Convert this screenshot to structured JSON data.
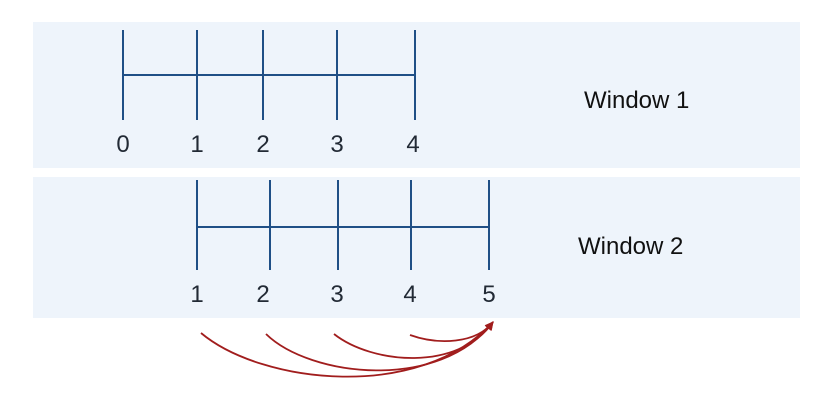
{
  "windows": [
    {
      "title": "Window 1",
      "ticks": [
        "0",
        "1",
        "2",
        "3",
        "4"
      ]
    },
    {
      "title": "Window 2",
      "ticks": [
        "1",
        "2",
        "3",
        "4",
        "5"
      ]
    }
  ],
  "arrows": {
    "from": [
      "1",
      "2",
      "3",
      "4"
    ],
    "to": "5"
  },
  "colors": {
    "band_background": "#eef4fb",
    "axis": "#1f4f86",
    "arrow": "#a11d1d",
    "text": "#222a35"
  }
}
